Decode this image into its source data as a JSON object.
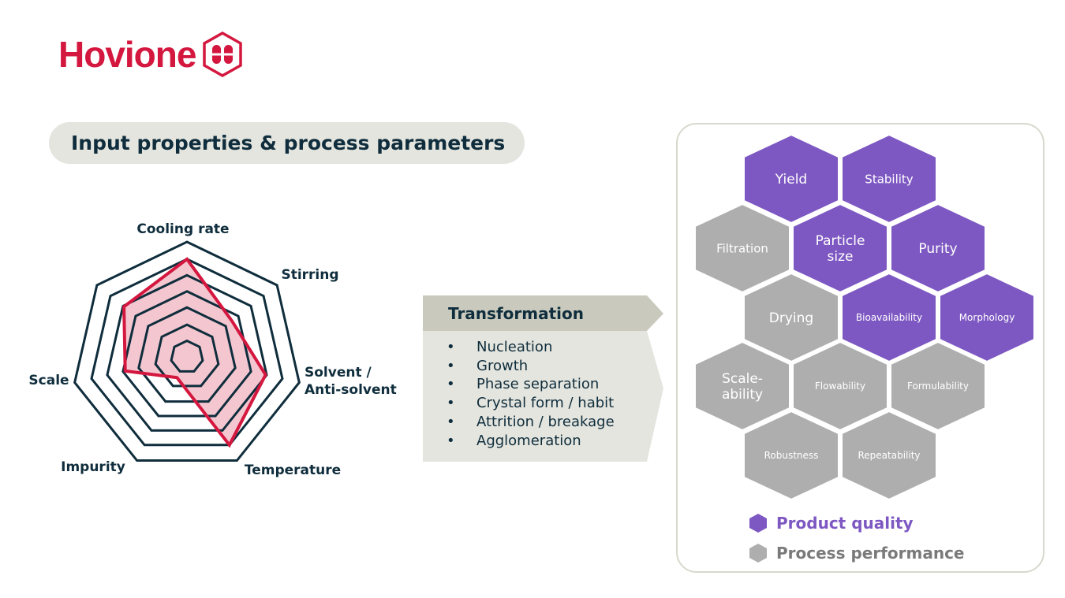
{
  "brand": {
    "name": "Hovione",
    "color": "#d4173f",
    "icon": "hexagon-capsule-logo-icon"
  },
  "header": {
    "pill_title": "Input properties & process parameters"
  },
  "radar": {
    "axes": [
      "Cooling rate",
      "Stirring",
      "Solvent / Anti-solvent",
      "Temperature",
      "Impurity",
      "Scale",
      ""
    ],
    "axis_label_lines": [
      [
        "Cooling rate"
      ],
      [
        "Stirring"
      ],
      [
        "Solvent /",
        "Anti-solvent"
      ],
      [
        "Temperature"
      ],
      [
        "Impurity"
      ],
      [
        "Scale"
      ],
      []
    ],
    "values": [
      0.85,
      0.5,
      0.7,
      0.85,
      0.2,
      0.55,
      0.7
    ],
    "rings": 7,
    "line_color": "#d4173f",
    "fill_color": "#f4c7d0",
    "grid_color": "#0f2d3c"
  },
  "transformation": {
    "title": "Transformation",
    "items": [
      "Nucleation",
      "Growth",
      "Phase separation",
      "Crystal form / habit",
      "Attrition / breakage",
      "Agglomeration"
    ],
    "bullet": "•"
  },
  "hex_grid": {
    "colors": {
      "product": "#7e58c2",
      "process": "#aeaeae"
    },
    "cells": [
      {
        "lines": [
          "Yield"
        ],
        "type": "product",
        "size": "m"
      },
      {
        "lines": [
          "Stability"
        ],
        "type": "product",
        "size": "s"
      },
      {
        "lines": [
          "Filtration"
        ],
        "type": "process",
        "size": "s"
      },
      {
        "lines": [
          "Particle",
          "size"
        ],
        "type": "product",
        "size": "m"
      },
      {
        "lines": [
          "Purity"
        ],
        "type": "product",
        "size": "m"
      },
      {
        "lines": [
          "Drying"
        ],
        "type": "process",
        "size": "m"
      },
      {
        "lines": [
          "Bioavailability"
        ],
        "type": "product",
        "size": "xs"
      },
      {
        "lines": [
          "Morphology"
        ],
        "type": "product",
        "size": "xs"
      },
      {
        "lines": [
          "Scale-",
          "ability"
        ],
        "type": "process",
        "size": "m"
      },
      {
        "lines": [
          "Flowability"
        ],
        "type": "process",
        "size": "xs"
      },
      {
        "lines": [
          "Formulability"
        ],
        "type": "process",
        "size": "xs"
      },
      {
        "lines": [
          "Robustness"
        ],
        "type": "process",
        "size": "xs"
      },
      {
        "lines": [
          "Repeatability"
        ],
        "type": "process",
        "size": "xs"
      }
    ]
  },
  "legend": [
    {
      "label": "Product quality",
      "color": "#7e58c2",
      "text_color": "#7e58c2"
    },
    {
      "label": "Process performance",
      "color": "#aeaeae",
      "text_color": "#7a7a7a"
    }
  ]
}
